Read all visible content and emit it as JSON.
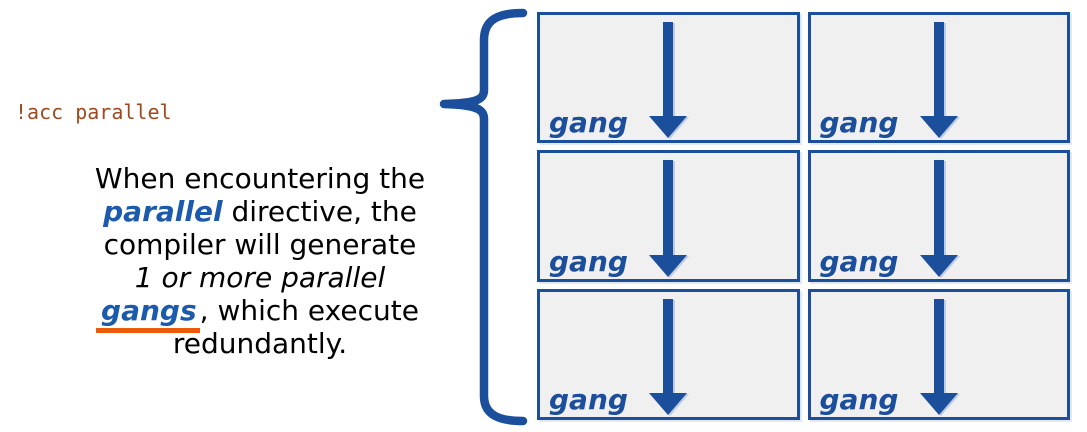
{
  "code_directive": "!acc parallel",
  "description": {
    "line1": "When encountering the",
    "line2_em": "parallel",
    "line2_rest": " directive,  the",
    "line3": "compiler will generate",
    "line4_italic": "1 or more parallel",
    "line5_em": "gangs",
    "line5_rest": ", which execute",
    "line6": "redundantly."
  },
  "grid": {
    "boxes": [
      {
        "label": "gang"
      },
      {
        "label": "gang"
      },
      {
        "label": "gang"
      },
      {
        "label": "gang"
      },
      {
        "label": "gang"
      },
      {
        "label": "gang"
      }
    ]
  },
  "colors": {
    "diagram_blue": "#1B4E9B",
    "emphasis_blue": "#1C5AAB",
    "underline_orange": "#EE5A0B",
    "code_brown": "#A0491E",
    "box_fill": "#F0F0F0"
  }
}
